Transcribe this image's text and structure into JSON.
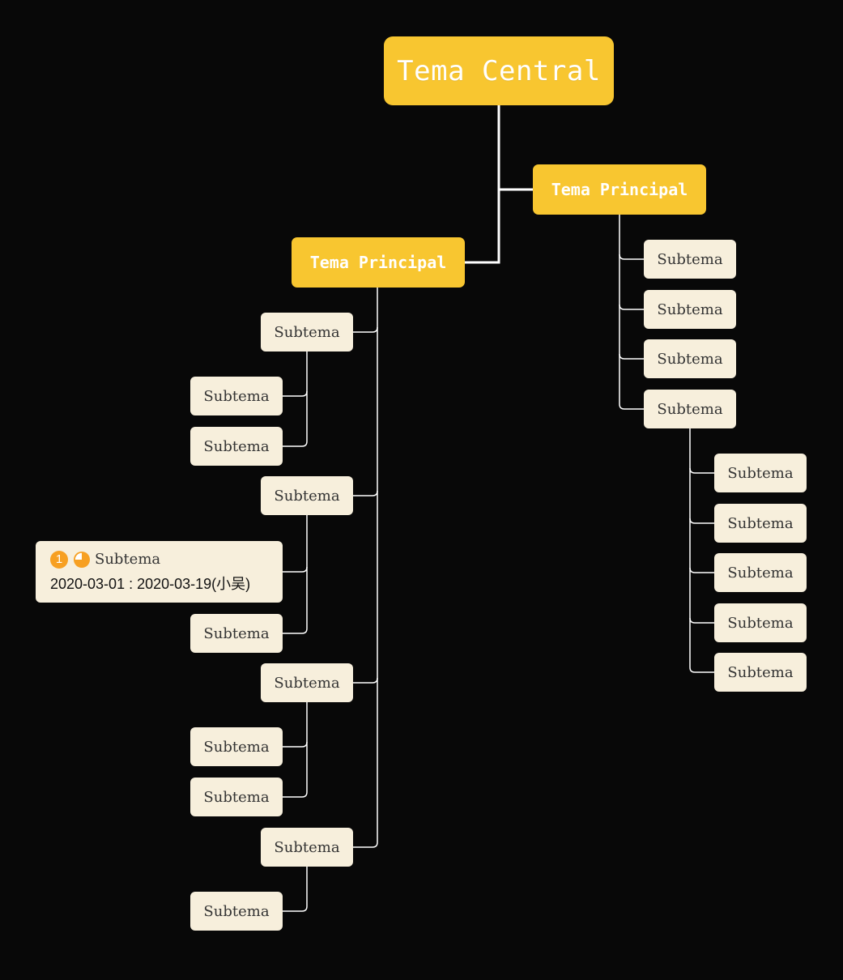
{
  "colors": {
    "background": "#080808",
    "main": "#f8c630",
    "sub": "#f7efdc",
    "line": "#ffffff",
    "badge": "#f7a022"
  },
  "central": {
    "label": "Tema Central"
  },
  "branches": [
    {
      "label": "Tema Principal",
      "children": [
        {
          "label": "Subtema"
        },
        {
          "label": "Subtema"
        },
        {
          "label": "Subtema"
        },
        {
          "label": "Subtema",
          "children": [
            {
              "label": "Subtema"
            },
            {
              "label": "Subtema"
            },
            {
              "label": "Subtema"
            },
            {
              "label": "Subtema"
            },
            {
              "label": "Subtema"
            }
          ]
        }
      ]
    },
    {
      "label": "Tema Principal",
      "children": [
        {
          "label": "Subtema",
          "children": [
            {
              "label": "Subtema"
            },
            {
              "label": "Subtema"
            }
          ]
        },
        {
          "label": "Subtema",
          "children": [
            {
              "label": "Subtema",
              "priority": "1",
              "progress_icon": "pie-progress-icon",
              "progress": 0.75,
              "dates": "2020-03-01 : 2020-03-19(小吴)"
            },
            {
              "label": "Subtema"
            }
          ]
        },
        {
          "label": "Subtema",
          "children": [
            {
              "label": "Subtema"
            },
            {
              "label": "Subtema"
            }
          ]
        },
        {
          "label": "Subtema",
          "children": [
            {
              "label": "Subtema"
            }
          ]
        }
      ]
    }
  ]
}
